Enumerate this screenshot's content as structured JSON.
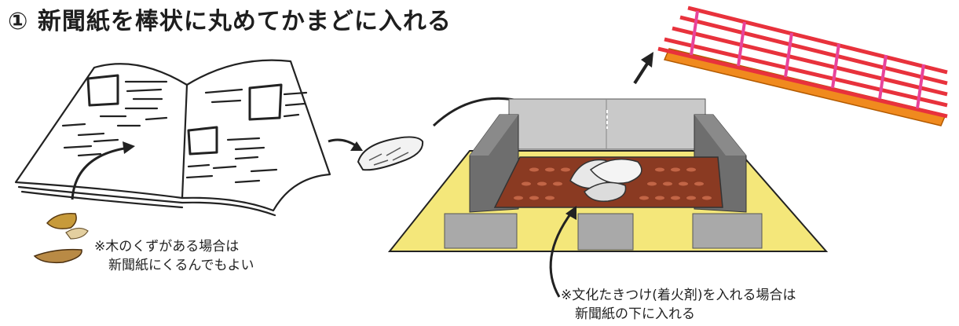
{
  "title": "① 新聞紙を棒状に丸めてかまどに入れる",
  "note_woodchips": {
    "line1": "※木のくずがある場合は",
    "line2": "新聞紙にくるんでもよい"
  },
  "note_firestarter": {
    "line1": "※文化たきつけ(着火剤)を入れる場合は",
    "line2": "新聞紙の下に入れる"
  },
  "colors": {
    "ground": "#f4e77a",
    "block": "#a9a9a9",
    "block_dark": "#6e6e6e",
    "grate": "#8a3a22",
    "grill_bars": "#e8323c",
    "grill_cross": "#e8439a",
    "grill_base": "#f08a1e"
  }
}
